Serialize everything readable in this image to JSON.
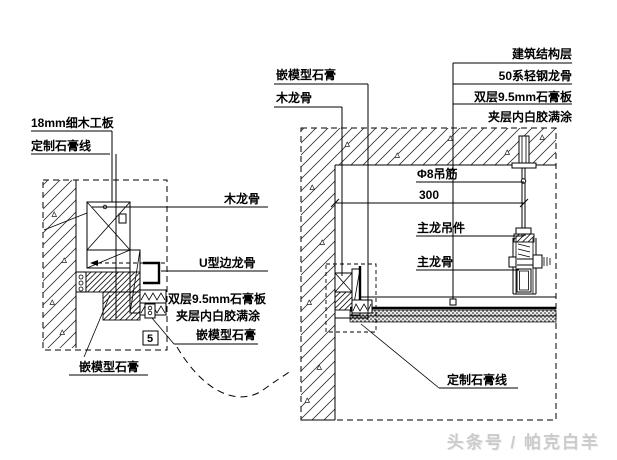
{
  "labels": {
    "blockboard": "18mm细木工板",
    "custom_line_left": "定制石膏线",
    "wood_keel_left": "木龙骨",
    "u_edge_keel": "U型边龙骨",
    "double_board_left": "双层9.5mm石膏板",
    "glue_left": "夹层内白胶满涂",
    "molded_left": "嵌模型石膏",
    "molded_bottom": "嵌模型石膏",
    "marker5": "5",
    "molded_top": "嵌模型石膏",
    "wood_keel_top": "木龙骨",
    "structure": "建筑结构层",
    "steel_keel": "50系轻钢龙骨",
    "double_board_right": "双层9.5mm石膏板",
    "glue_right": "夹层内白胶满涂",
    "rod": "Φ8吊筋",
    "dim300": "300",
    "keel_hanger": "主龙吊件",
    "main_keel": "主龙骨",
    "custom_line_right": "定制石膏线"
  },
  "watermark": "头条号 / 帕克白羊",
  "colors": {
    "line": "#000000",
    "background": "#ffffff",
    "watermark": "#cbcbcb"
  }
}
